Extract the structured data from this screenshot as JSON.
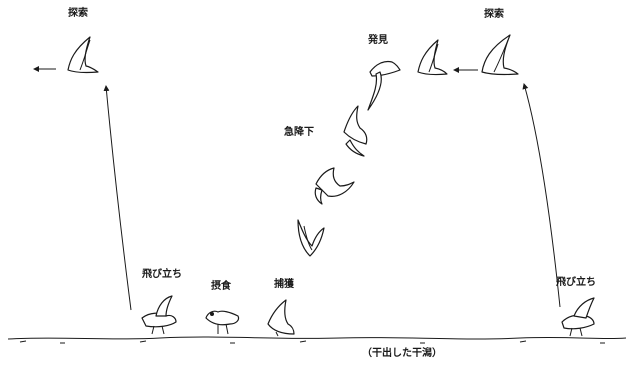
{
  "labels": {
    "search_left": "探索",
    "search_right": "探索",
    "discover": "発見",
    "dive": "急降下",
    "takeoff_left": "飛び立ち",
    "feeding": "摂食",
    "capture": "捕獲",
    "takeoff_right": "飛び立ち",
    "ground": "（干出した干潟）"
  },
  "colors": {
    "ink": "#1a1a1a",
    "paper": "#ffffff"
  }
}
